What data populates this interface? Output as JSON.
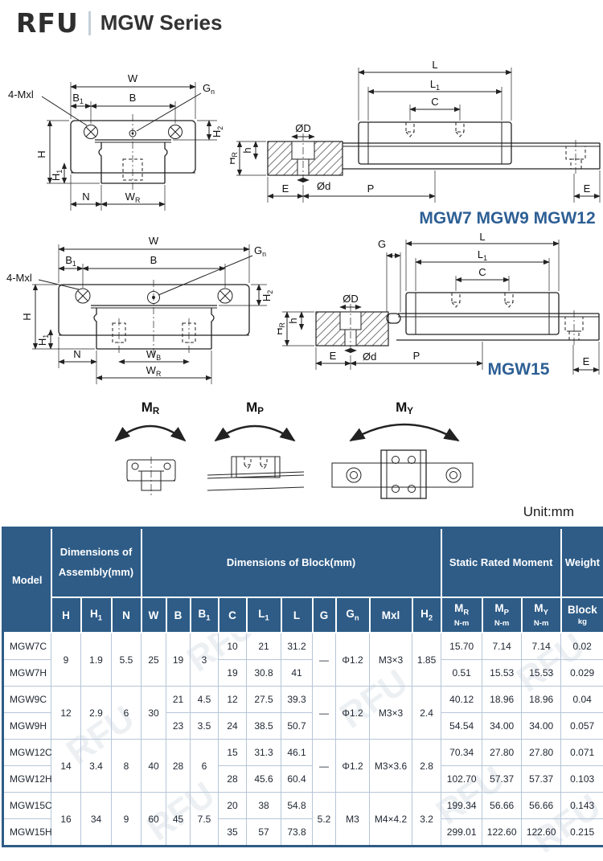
{
  "header": {
    "logo": "RFU",
    "series_title": "MGW Series"
  },
  "unit_label": "Unit:mm",
  "watermark": "RFU",
  "diagrams": {
    "d1": {
      "w": "W",
      "mxl": "4-Mxl",
      "b1": "B_1",
      "b": "B",
      "gn": "G_n",
      "h": "H",
      "h1": "H_1",
      "h2": "H_2",
      "n": "N",
      "wr": "W_R"
    },
    "d2": {
      "l": "L",
      "l1": "L_1",
      "c": "C",
      "od": "ØD",
      "odl": "Ød",
      "hr": "H_R",
      "h": "h",
      "e1": "E",
      "p": "P",
      "e2": "E",
      "caption": "MGW7 MGW9 MGW12"
    },
    "d3": {
      "w": "W",
      "mxl": "4-Mxl",
      "b1": "B_1",
      "b": "B",
      "gn": "G_n",
      "h": "H",
      "h1": "H_1",
      "h2": "H_2",
      "n": "N",
      "wb": "W_B",
      "wr": "W_R"
    },
    "d4": {
      "g": "G",
      "l": "L",
      "l1": "L_1",
      "c": "C",
      "od": "ØD",
      "odl": "Ød",
      "hr": "H_R",
      "h": "h",
      "e1": "E",
      "p": "P",
      "e2": "E",
      "caption": "MGW15"
    },
    "moments": {
      "mr": "M_R",
      "mp": "M_P",
      "my": "M_Y"
    }
  },
  "table": {
    "groups": {
      "model": "Model",
      "assembly": "Dimensions of Assembly(mm)",
      "block": "Dimensions of Block(mm)",
      "moment": "Static Rated Moment",
      "weight": "Weight"
    },
    "columns": [
      "H",
      "H_1",
      "N",
      "W",
      "B",
      "B_1",
      "C",
      "L_1",
      "L",
      "G",
      "G_n",
      "Mxl",
      "H_2"
    ],
    "moment_cols": [
      {
        "t": "M_R",
        "u": "N-m"
      },
      {
        "t": "M_P",
        "u": "N-m"
      },
      {
        "t": "M_Y",
        "u": "N-m"
      },
      {
        "t": "Block",
        "u": "kg"
      }
    ],
    "rows": [
      {
        "model": "MGW7C",
        "h": "9",
        "h1": "1.9",
        "n": "5.5",
        "w": "25",
        "b": "19",
        "b1": "3",
        "c": "10",
        "l1": "21",
        "l": "31.2",
        "g": "—",
        "gn": "Φ1.2",
        "mxl": "M3×3",
        "h2": "1.85",
        "mr": "15.70",
        "mp": "7.14",
        "my": "7.14",
        "kg": "0.02"
      },
      {
        "model": "MGW7H",
        "c": "19",
        "l1": "30.8",
        "l": "41",
        "mr": "0.51",
        "mp": "15.53",
        "my": "15.53",
        "kg": "0.029"
      },
      {
        "model": "MGW9C",
        "h": "12",
        "h1": "2.9",
        "n": "6",
        "w": "30",
        "b": "21",
        "b1": "4.5",
        "c": "12",
        "l1": "27.5",
        "l": "39.3",
        "g": "—",
        "gn": "Φ1.2",
        "mxl": "M3×3",
        "h2": "2.4",
        "mr": "40.12",
        "mp": "18.96",
        "my": "18.96",
        "kg": "0.04"
      },
      {
        "model": "MGW9H",
        "b": "23",
        "b1": "3.5",
        "c": "24",
        "l1": "38.5",
        "l": "50.7",
        "mr": "54.54",
        "mp": "34.00",
        "my": "34.00",
        "kg": "0.057"
      },
      {
        "model": "MGW12C",
        "h": "14",
        "h1": "3.4",
        "n": "8",
        "w": "40",
        "b": "28",
        "b1": "6",
        "c": "15",
        "l1": "31.3",
        "l": "46.1",
        "g": "—",
        "gn": "Φ1.2",
        "mxl": "M3×3.6",
        "h2": "2.8",
        "mr": "70.34",
        "mp": "27.80",
        "my": "27.80",
        "kg": "0.071"
      },
      {
        "model": "MGW12H",
        "c": "28",
        "l1": "45.6",
        "l": "60.4",
        "mr": "102.70",
        "mp": "57.37",
        "my": "57.37",
        "kg": "0.103"
      },
      {
        "model": "MGW15C",
        "h": "16",
        "h1": "34",
        "n": "9",
        "w": "60",
        "b": "45",
        "b1": "7.5",
        "c": "20",
        "l1": "38",
        "l": "54.8",
        "g": "5.2",
        "gn": "M3",
        "mxl": "M4×4.2",
        "h2": "3.2",
        "mr": "199.34",
        "mp": "56.66",
        "my": "56.66",
        "kg": "0.143"
      },
      {
        "model": "MGW15H",
        "c": "35",
        "l1": "57",
        "l": "73.8",
        "mr": "299.01",
        "mp": "122.60",
        "my": "122.60",
        "kg": "0.215"
      }
    ]
  }
}
